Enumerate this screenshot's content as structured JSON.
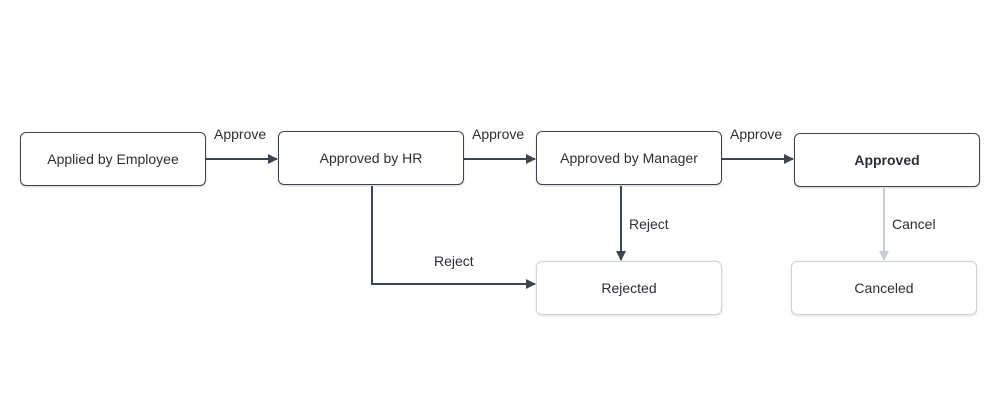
{
  "nodes": {
    "applied": "Applied by Employee",
    "hr": "Approved by HR",
    "manager": "Approved by Manager",
    "approved": "Approved",
    "rejected": "Rejected",
    "canceled": "Canceled"
  },
  "edges": {
    "approve_1": "Approve",
    "approve_2": "Approve",
    "approve_3": "Approve",
    "reject_hr": "Reject",
    "reject_manager": "Reject",
    "cancel": "Cancel"
  },
  "colors": {
    "edge": "#3e4450",
    "edge_muted": "#c9ced5",
    "text": "#2b2f36"
  }
}
